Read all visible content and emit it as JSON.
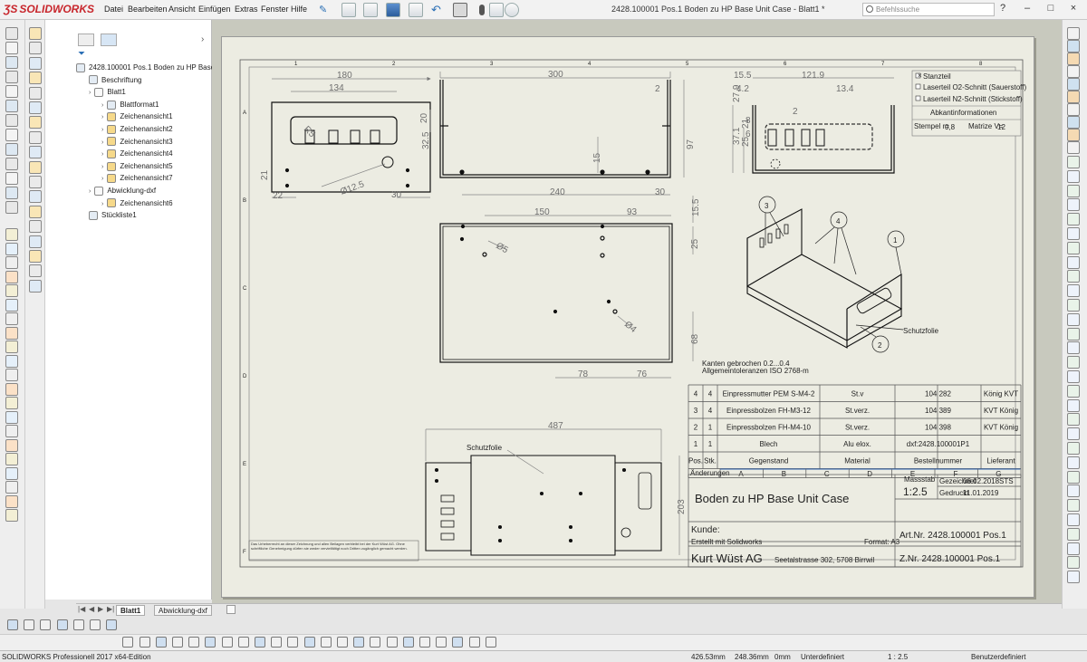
{
  "app": {
    "logo": "SOLIDWORKS",
    "menu": [
      "Datei",
      "Bearbeiten",
      "Ansicht",
      "Einfügen",
      "Extras",
      "Fenster",
      "Hilfe"
    ],
    "document_title": "2428.100001 Pos.1 Boden zu HP Base Unit Case - Blatt1 *",
    "search_placeholder": "Befehlssuche",
    "window_controls": [
      "?",
      "–",
      "□",
      "×"
    ]
  },
  "tree": {
    "items": [
      {
        "label": "2428.100001 Pos.1 Boden zu HP Base Uni",
        "indent": 0,
        "icon": "drawing-icon",
        "expander": false
      },
      {
        "label": "Beschriftung",
        "indent": 1,
        "icon": "annotation-icon",
        "expander": false
      },
      {
        "label": "Blatt1",
        "indent": 1,
        "icon": "sheet-icon",
        "expander": true
      },
      {
        "label": "Blattformat1",
        "indent": 2,
        "icon": "sheet-format-icon",
        "expander": true
      },
      {
        "label": "Zeichenansicht1",
        "indent": 2,
        "icon": "drawing-view-icon",
        "expander": true
      },
      {
        "label": "Zeichenansicht2",
        "indent": 2,
        "icon": "drawing-view-icon",
        "expander": true
      },
      {
        "label": "Zeichenansicht3",
        "indent": 2,
        "icon": "drawing-view-icon",
        "expander": true
      },
      {
        "label": "Zeichenansicht4",
        "indent": 2,
        "icon": "drawing-view-icon",
        "expander": true
      },
      {
        "label": "Zeichenansicht5",
        "indent": 2,
        "icon": "drawing-view-icon",
        "expander": true
      },
      {
        "label": "Zeichenansicht7",
        "indent": 2,
        "icon": "drawing-view-icon",
        "expander": true
      },
      {
        "label": "Abwicklung-dxf",
        "indent": 1,
        "icon": "sheet-icon",
        "expander": true
      },
      {
        "label": "Zeichenansicht6",
        "indent": 2,
        "icon": "drawing-view-icon",
        "expander": true
      },
      {
        "label": "Stückliste1",
        "indent": 1,
        "icon": "bom-icon",
        "expander": false
      }
    ]
  },
  "sheet_tabs": [
    "Blatt1",
    "Abwicklung-dxf"
  ],
  "status": {
    "product": "SOLIDWORKS Professionell 2017 x64-Edition",
    "x": "426.53mm",
    "y": "248.36mm",
    "z": "0mm",
    "state": "Unterdefiniert",
    "scale": "1 : 2.5",
    "unit_system": "Benutzerdefiniert"
  },
  "drawing": {
    "border_numbers": [
      "1",
      "2",
      "3",
      "4",
      "5",
      "6",
      "7",
      "8"
    ],
    "border_letters": [
      "A",
      "B",
      "C",
      "D",
      "E",
      "F"
    ],
    "dims_view1": [
      "180",
      "134",
      "20",
      "32.5",
      "21",
      "22",
      "Ø12.5",
      "30",
      "R5"
    ],
    "dims_view2": [
      "300",
      "2",
      "97",
      "15",
      "240",
      "30"
    ],
    "dims_view3": [
      "15.5",
      "121.9",
      "4.2",
      "13.4",
      "2",
      "27.9",
      "37.1",
      "21",
      "25",
      "8",
      "6"
    ],
    "dims_view4": [
      "150",
      "93",
      "15.5",
      "25",
      "Ø5",
      "Ø4",
      "68",
      "78",
      "76"
    ],
    "dims_flat": [
      "487",
      "203"
    ],
    "note_schutzfolie": "Schutzfolie",
    "balloons": [
      "3",
      "4",
      "1",
      "2"
    ],
    "label_schutzfolie_iso": "Schutzfolie",
    "notes": [
      "Kanten gebrochen 0.2...0.4",
      "Allgemeintoleranzen ISO 2768-m"
    ],
    "options_box": {
      "opt1": "Stanzteil",
      "opt2": "Laserteil O2-Schnitt (Sauerstoff)",
      "opt3": "Laserteil N2-Schnitt (Stickstoff)",
      "title": "Abkantinformationen",
      "stempel_label": "Stempel r=",
      "stempel_value": "0,8",
      "matrize_label": "Matrize V=",
      "matrize_value": "12"
    },
    "bom": {
      "rows": [
        [
          "4",
          "4",
          "Einpressmutter PEM S-M4-2",
          "St.v",
          "104 282",
          "König KVT"
        ],
        [
          "3",
          "4",
          "Einpressbolzen FH-M3-12",
          "St.verz.",
          "104 389",
          "KVT König"
        ],
        [
          "2",
          "1",
          "Einpressbolzen FH-M4-10",
          "St.verz.",
          "104 398",
          "KVT König"
        ],
        [
          "1",
          "1",
          "Blech",
          "Alu elox.",
          "dxf:2428.100001P1",
          ""
        ]
      ],
      "header": [
        "Pos.",
        "Stk.",
        "Gegenstand",
        "Material",
        "Bestellnummer",
        "Lieferant"
      ],
      "revision_label": "Änderungen",
      "revision_cols": [
        "A",
        "B",
        "C",
        "D",
        "E",
        "F",
        "G"
      ]
    },
    "title_block": {
      "title": "Boden zu HP Base Unit Case",
      "scale_label": "Massstab",
      "scale": "1:2.5",
      "drawn_label": "Gezeichnet",
      "drawn_date": "08.02.2018",
      "drawn_by": "STS",
      "printed_label": "Gedruckt",
      "printed_date": "11.01.2019",
      "customer_label": "Kunde:",
      "created_with": "Erstellt mit Solidworks",
      "format": "Format: A3",
      "art_nr": "Art.Nr. 2428.100001 Pos.1",
      "z_nr": "Z.Nr. 2428.100001 Pos.1",
      "company": "Kurt Wüst AG",
      "address": "Seetalstrasse 302, 5708 Birrwil",
      "copyright": "Das Urheberrecht an dieser Zeichnung und allen Beilagen verbleibt bei der Kurt Wüst AG. Ohne schriftliche Genehmigung dürfen sie weder vervielfältigt noch Dritten zugänglich gemacht werden."
    }
  }
}
